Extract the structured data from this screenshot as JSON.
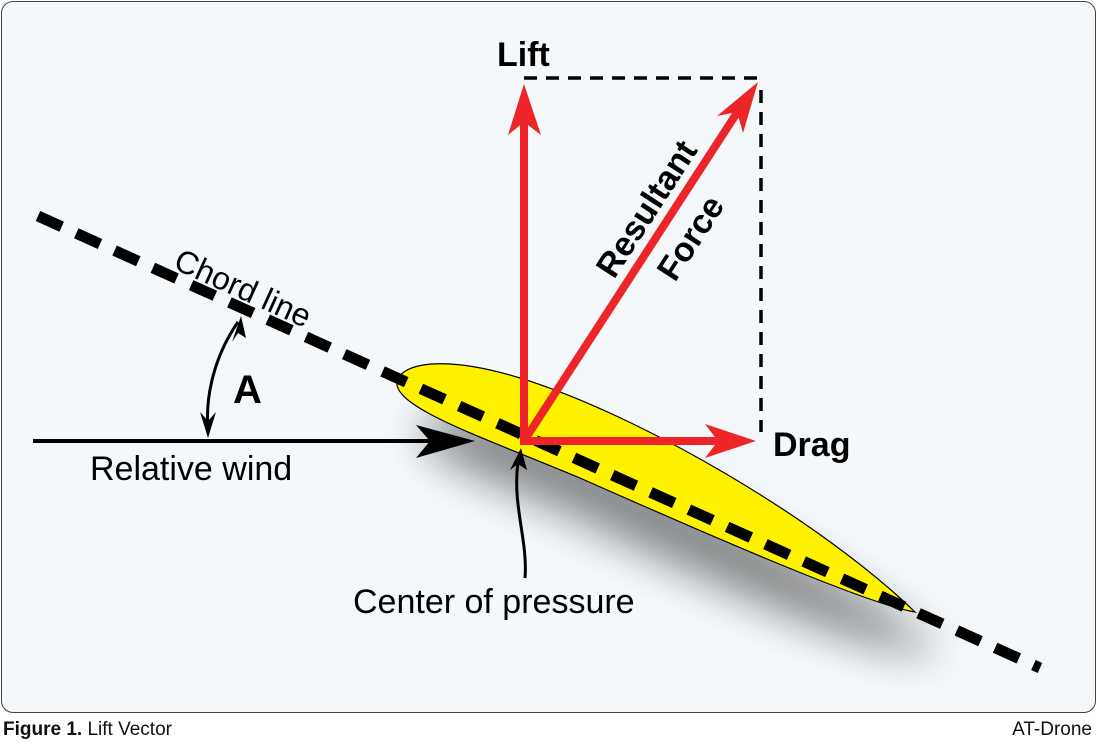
{
  "figure": {
    "caption_number": "Figure 1.",
    "caption_title": "Lift Vector",
    "credit": "AT-Drone"
  },
  "diagram": {
    "labels": {
      "lift": "Lift",
      "drag": "Drag",
      "resultant_line1": "Resultant",
      "resultant_line2": "Force",
      "chord_line": "Chord line",
      "angle": "A",
      "relative_wind": "Relative wind",
      "center_of_pressure": "Center of pressure"
    },
    "colors": {
      "background": "#f4f8fb",
      "airfoil": "#fff200",
      "force_vector": "#ee2528",
      "line": "#000000"
    }
  }
}
